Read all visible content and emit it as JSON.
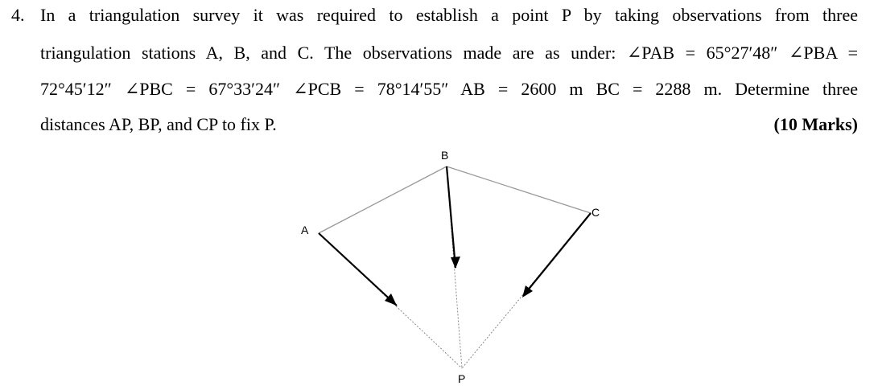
{
  "question": {
    "number": "4.",
    "lines": [
      "In a triangulation survey it was required to establish a point P by taking observations from three",
      "triangulation stations A, B, and C. The observations made are as under: ∠PAB = 65°27′48″ ∠PBA =",
      "72°45′12″ ∠PBC = 67°33′24″ ∠PCB = 78°14′55″ AB = 2600 m BC = 2288 m. Determine three",
      "distances AP, BP, and CP to fix P."
    ],
    "marks": "(10 Marks)"
  },
  "diagram": {
    "labels": {
      "A": "A",
      "B": "B",
      "C": "C",
      "P": "P"
    }
  }
}
